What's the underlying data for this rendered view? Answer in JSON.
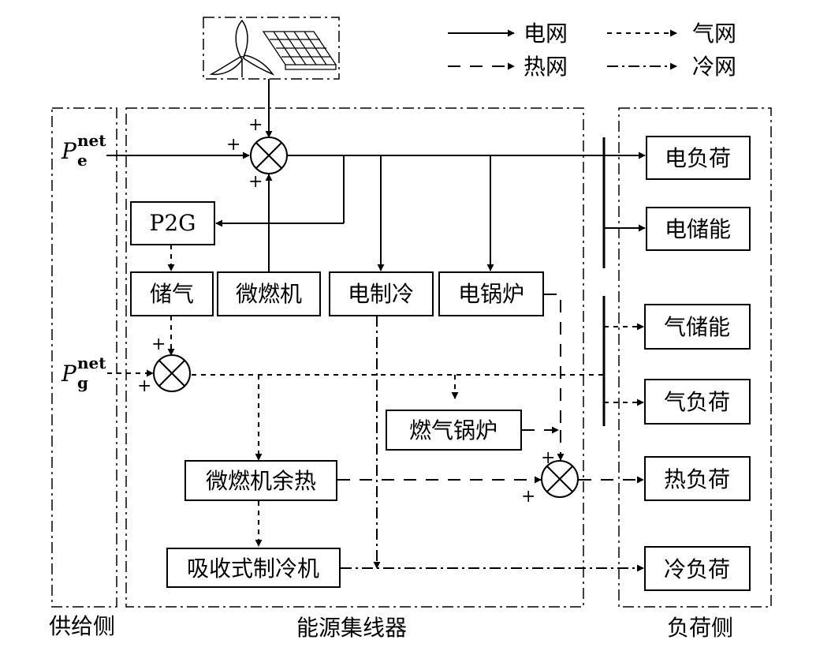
{
  "legend": {
    "electric": "电网",
    "gas": "气网",
    "heat": "热网",
    "cold": "冷网"
  },
  "regions": {
    "supply": "供给侧",
    "hub": "能源集线器",
    "load": "负荷侧"
  },
  "inputs": {
    "pe_symbol": "P",
    "pe_sub": "e",
    "pe_sup": "net",
    "pg_symbol": "P",
    "pg_sub": "g",
    "pg_sup": "net"
  },
  "hub_blocks": {
    "p2g": "P2G",
    "gas_storage": "储气",
    "micro_turbine": "微燃机",
    "electric_chiller": "电制冷",
    "electric_boiler": "电锅炉",
    "gas_boiler": "燃气锅炉",
    "turbine_waste_heat": "微燃机余热",
    "absorption_chiller": "吸收式制冷机"
  },
  "load_blocks": {
    "electric_load": "电负荷",
    "electric_storage": "电储能",
    "gas_storage": "气储能",
    "gas_load": "气负荷",
    "heat_load": "热负荷",
    "cold_load": "冷负荷"
  },
  "signs": {
    "plus": "+"
  },
  "line_styles": {
    "electric": "solid",
    "gas": "short-dash",
    "heat": "long-dash",
    "cold": "dash-dot"
  }
}
